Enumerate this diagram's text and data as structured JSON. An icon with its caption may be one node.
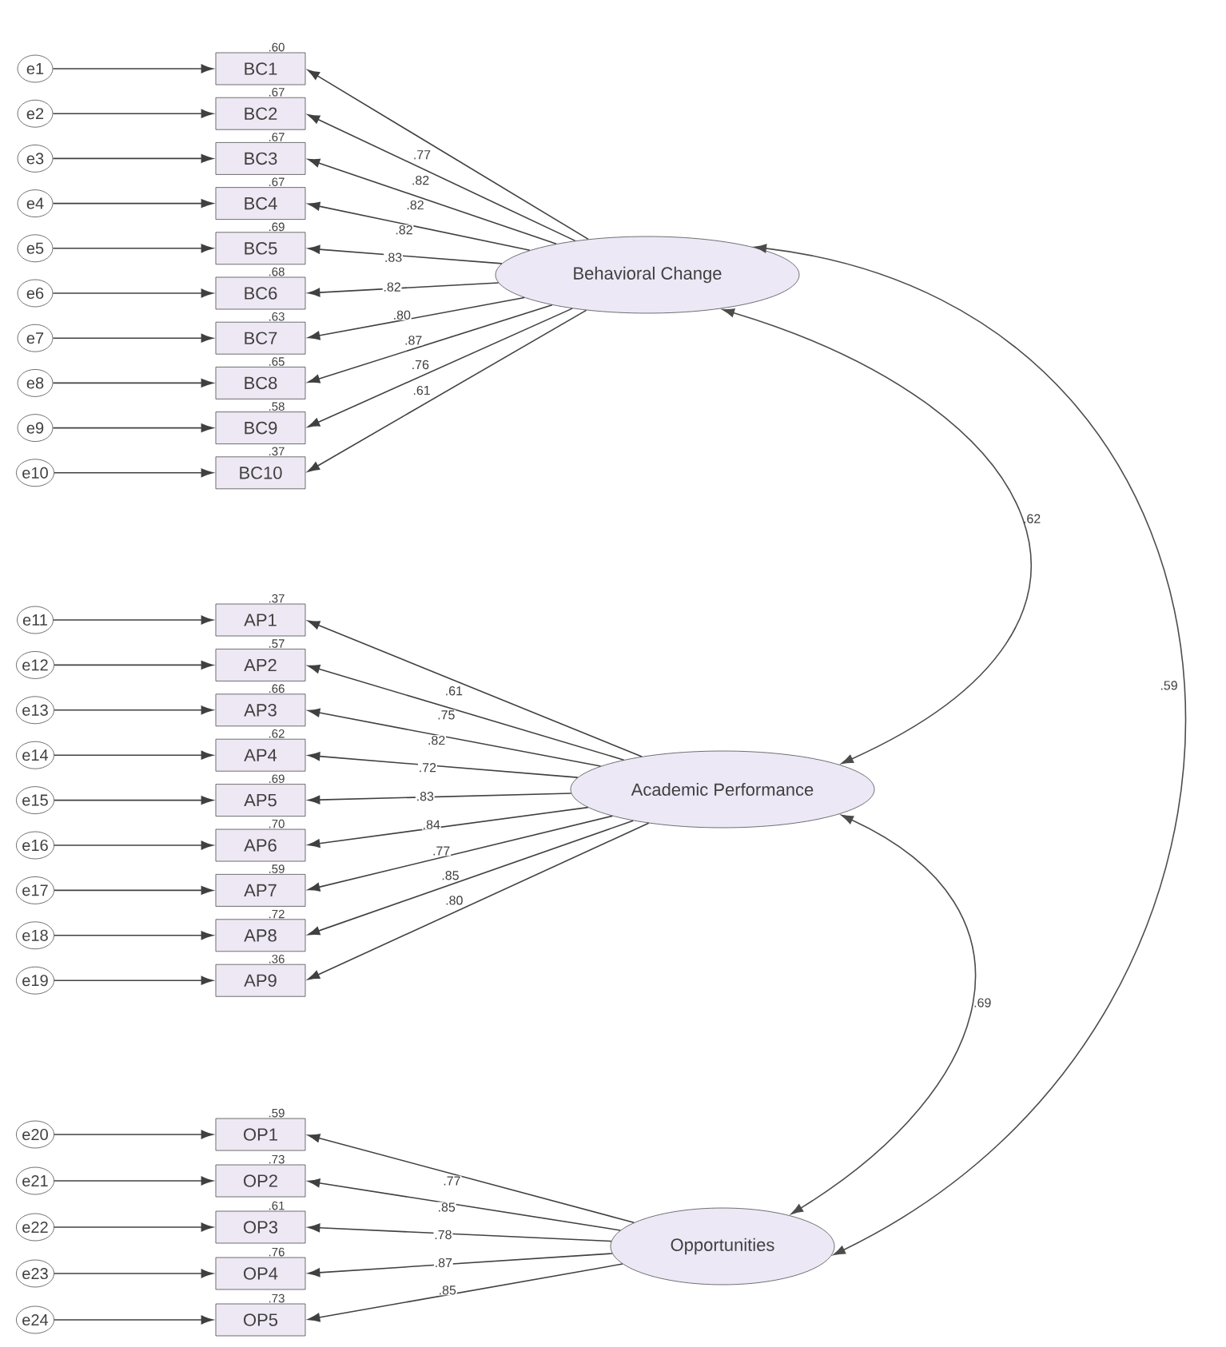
{
  "diagram": {
    "nodes": [
      {
        "text": [
          "e1"
        ]
      },
      {
        "text": [
          "BC1"
        ],
        "beside": [
          ".60"
        ]
      },
      {
        "text": [
          "e2"
        ]
      },
      {
        "text": [
          "BC2"
        ],
        "beside": [
          ".67"
        ]
      },
      {
        "text": [
          "e3"
        ]
      },
      {
        "text": [
          "BC3"
        ],
        "beside": [
          ".67"
        ]
      },
      {
        "text": [
          "e4"
        ]
      },
      {
        "text": [
          "BC4"
        ],
        "beside": [
          ".67"
        ]
      },
      {
        "text": [
          "e5"
        ]
      },
      {
        "text": [
          "BC5"
        ],
        "beside": [
          ".69"
        ]
      },
      {
        "text": [
          "e6"
        ]
      },
      {
        "text": [
          "BC6"
        ],
        "beside": [
          ".68"
        ]
      },
      {
        "text": [
          "e7"
        ]
      },
      {
        "text": [
          "BC7"
        ],
        "beside": [
          ".63"
        ]
      },
      {
        "text": [
          "e8"
        ]
      },
      {
        "text": [
          "BC8"
        ],
        "beside": [
          ".65"
        ]
      },
      {
        "text": [
          "e9"
        ]
      },
      {
        "text": [
          "BC9"
        ],
        "beside": [
          ".58"
        ]
      },
      {
        "text": [
          "e10"
        ]
      },
      {
        "text": [
          "BC10"
        ],
        "beside": [
          ".37"
        ]
      },
      {
        "text": [
          "e11"
        ]
      },
      {
        "text": [
          "AP1"
        ],
        "beside": [
          ".37"
        ]
      },
      {
        "text": [
          "e12"
        ]
      },
      {
        "text": [
          "AP2"
        ],
        "beside": [
          ".57"
        ]
      },
      {
        "text": [
          "e13"
        ]
      },
      {
        "text": [
          "AP3"
        ],
        "beside": [
          ".66"
        ]
      },
      {
        "text": [
          "e14"
        ]
      },
      {
        "text": [
          "AP4"
        ],
        "beside": [
          ".62"
        ]
      },
      {
        "text": [
          "e15"
        ]
      },
      {
        "text": [
          "AP5"
        ],
        "beside": [
          ".69"
        ]
      },
      {
        "text": [
          "e16"
        ]
      },
      {
        "text": [
          "AP6"
        ],
        "beside": [
          ".70"
        ]
      },
      {
        "text": [
          "e17"
        ]
      },
      {
        "text": [
          "AP7"
        ],
        "beside": [
          ".59"
        ]
      },
      {
        "text": [
          "e18"
        ]
      },
      {
        "text": [
          "AP8"
        ],
        "beside": [
          ".72"
        ]
      },
      {
        "text": [
          "e19"
        ]
      },
      {
        "text": [
          "AP9"
        ],
        "beside": [
          ".36"
        ]
      },
      {
        "text": [
          "e20"
        ]
      },
      {
        "text": [
          "OP1"
        ],
        "beside": [
          ".59"
        ]
      },
      {
        "text": [
          "e21"
        ]
      },
      {
        "text": [
          "OP2"
        ],
        "beside": [
          ".73"
        ]
      },
      {
        "text": [
          "e22"
        ]
      },
      {
        "text": [
          "OP3"
        ],
        "beside": [
          ".61"
        ]
      },
      {
        "text": [
          "e23"
        ]
      },
      {
        "text": [
          "OP4"
        ],
        "beside": [
          ".76"
        ]
      },
      {
        "text": [
          "e24"
        ]
      },
      {
        "text": [
          "OP5"
        ],
        "beside": [
          ".73"
        ]
      },
      {
        "text": [
          "Behavioral Change"
        ]
      },
      {
        "text": [
          "Academic Performance"
        ]
      },
      {
        "text": [
          "Opportunities"
        ]
      }
    ],
    "edges": [
      {
        "from": 0,
        "to": 1,
        "arrow": "to"
      },
      {
        "from": 2,
        "to": 3,
        "arrow": "to"
      },
      {
        "from": 4,
        "to": 5,
        "arrow": "to"
      },
      {
        "from": 6,
        "to": 7,
        "arrow": "to"
      },
      {
        "from": 8,
        "to": 9,
        "arrow": "to"
      },
      {
        "from": 10,
        "to": 11,
        "arrow": "to"
      },
      {
        "from": 12,
        "to": 13,
        "arrow": "to"
      },
      {
        "from": 14,
        "to": 15,
        "arrow": "to"
      },
      {
        "from": 16,
        "to": 17,
        "arrow": "to"
      },
      {
        "from": 18,
        "to": 19,
        "arrow": "to"
      },
      {
        "from": 20,
        "to": 21,
        "arrow": "to"
      },
      {
        "from": 22,
        "to": 23,
        "arrow": "to"
      },
      {
        "from": 24,
        "to": 25,
        "arrow": "to"
      },
      {
        "from": 26,
        "to": 27,
        "arrow": "to"
      },
      {
        "from": 28,
        "to": 29,
        "arrow": "to"
      },
      {
        "from": 30,
        "to": 31,
        "arrow": "to"
      },
      {
        "from": 32,
        "to": 33,
        "arrow": "to"
      },
      {
        "from": 34,
        "to": 35,
        "arrow": "to"
      },
      {
        "from": 36,
        "to": 37,
        "arrow": "to"
      },
      {
        "from": 38,
        "to": 39,
        "arrow": "to"
      },
      {
        "from": 40,
        "to": 41,
        "arrow": "to"
      },
      {
        "from": 42,
        "to": 43,
        "arrow": "to"
      },
      {
        "from": 44,
        "to": 45,
        "arrow": "to"
      },
      {
        "from": 46,
        "to": 47,
        "arrow": "to"
      },
      {
        "from": 48,
        "to": 1,
        "arrow": "to",
        "label": ".77"
      },
      {
        "from": 48,
        "to": 3,
        "arrow": "to",
        "label": ".82"
      },
      {
        "from": 48,
        "to": 5,
        "arrow": "to",
        "label": ".82"
      },
      {
        "from": 48,
        "to": 7,
        "arrow": "to",
        "label": ".82"
      },
      {
        "from": 48,
        "to": 9,
        "arrow": "to",
        "label": ".83"
      },
      {
        "from": 48,
        "to": 11,
        "arrow": "to",
        "label": ".82"
      },
      {
        "from": 48,
        "to": 13,
        "arrow": "to",
        "label": ".80"
      },
      {
        "from": 48,
        "to": 15,
        "arrow": "to",
        "label": ".87"
      },
      {
        "from": 48,
        "to": 17,
        "arrow": "to",
        "label": ".76"
      },
      {
        "from": 48,
        "to": 19,
        "arrow": "to",
        "label": ".61"
      },
      {
        "from": 49,
        "to": 21,
        "arrow": "to",
        "label": ".61"
      },
      {
        "from": 49,
        "to": 23,
        "arrow": "to",
        "label": ".75"
      },
      {
        "from": 49,
        "to": 25,
        "arrow": "to",
        "label": ".82"
      },
      {
        "from": 49,
        "to": 27,
        "arrow": "to",
        "label": ".72"
      },
      {
        "from": 49,
        "to": 29,
        "arrow": "to",
        "label": ".83"
      },
      {
        "from": 49,
        "to": 31,
        "arrow": "to",
        "label": ".84"
      },
      {
        "from": 49,
        "to": 33,
        "arrow": "to",
        "label": ".77"
      },
      {
        "from": 49,
        "to": 35,
        "arrow": "to",
        "label": ".85"
      },
      {
        "from": 49,
        "to": 37,
        "arrow": "to",
        "label": ".80"
      },
      {
        "from": 50,
        "to": 39,
        "arrow": "to",
        "label": ".77"
      },
      {
        "from": 50,
        "to": 41,
        "arrow": "to",
        "label": ".85"
      },
      {
        "from": 50,
        "to": 43,
        "arrow": "to",
        "label": ".78"
      },
      {
        "from": 50,
        "to": 45,
        "arrow": "to",
        "label": ".87"
      },
      {
        "from": 50,
        "to": 47,
        "arrow": "to",
        "label": ".85"
      },
      {
        "from": 48,
        "to": 49,
        "arrow": "both",
        "label": ".62"
      },
      {
        "from": 49,
        "to": 50,
        "arrow": "both",
        "label": ".69"
      },
      {
        "from": 48,
        "to": 50,
        "arrow": "both",
        "label": ".59"
      }
    ]
  }
}
